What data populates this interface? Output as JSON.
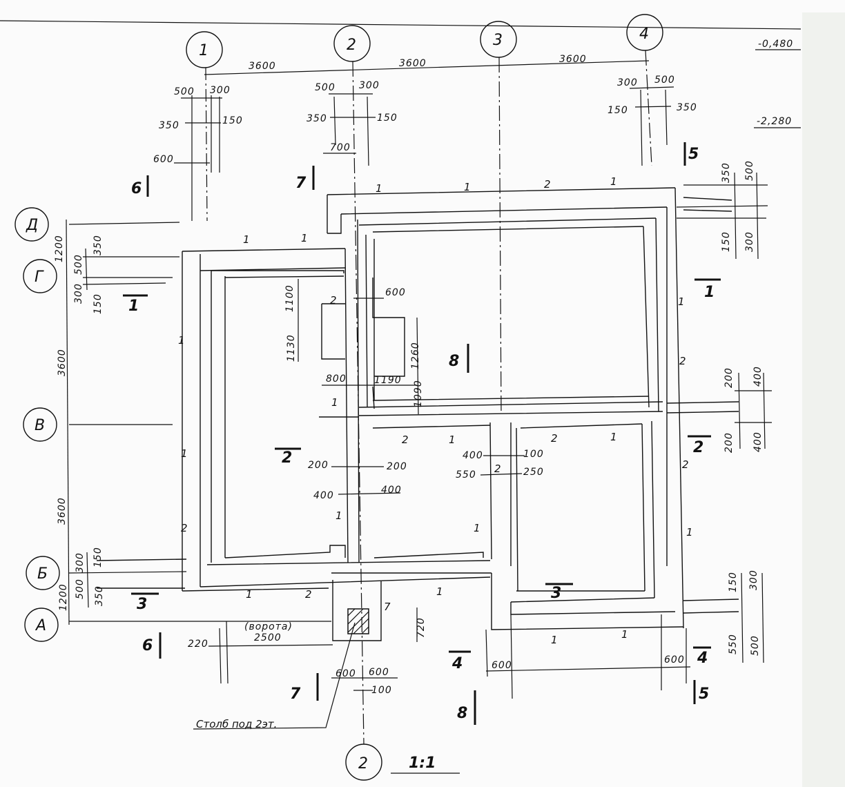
{
  "elevations": {
    "top": "-0,480",
    "bottom": "-2,280"
  },
  "axes": {
    "vertical": [
      "1",
      "2",
      "3",
      "4",
      "2"
    ],
    "horizontal": [
      "Д",
      "Г",
      "В",
      "Б",
      "А"
    ]
  },
  "spans": {
    "s12": "3600",
    "s23": "3600",
    "s34": "3600",
    "vDG": "1200",
    "vGV": "3600",
    "vVB": "3600",
    "vBA": "1200"
  },
  "dims": {
    "d500a": "500",
    "d300a": "300",
    "d350a": "350",
    "d150a": "150",
    "d600a": "600",
    "d500b": "500",
    "d300b": "300",
    "d350b": "350",
    "d150b": "150",
    "d700": "700",
    "d300c": "300",
    "d500c": "500",
    "d150c": "150",
    "d350c": "350",
    "d350r": "350",
    "d500r": "500",
    "d150r": "150",
    "d300r": "300",
    "d500l": "500",
    "d350l": "350",
    "d300l": "300",
    "d150l": "150",
    "d1100": "1100",
    "d1130": "1130",
    "d600in": "600",
    "d1260": "1260",
    "d800": "800",
    "d1190": "1190",
    "d1090": "1090",
    "d200r1": "200",
    "d400r1": "400",
    "d200r2": "200",
    "d400r2": "400",
    "d200a": "200",
    "d200b": "200",
    "d400a": "400",
    "d400b": "400",
    "d400c": "400",
    "d100c": "100",
    "d550c": "550",
    "d250c": "250",
    "d300bl": "300",
    "d150bl": "150",
    "d500bl": "500",
    "d350bl": "350",
    "d150br": "150",
    "d300br": "300",
    "d550br": "550",
    "d500br": "500",
    "d720": "720",
    "d220": "220",
    "d2500": "2500",
    "gate": "(ворота)",
    "d600g1": "600",
    "d600g2": "600",
    "d100g": "100",
    "d600bl": "600",
    "d600br": "600"
  },
  "marks": {
    "m1": "1",
    "m2": "2",
    "m3": "3",
    "m4": "4",
    "m5": "5",
    "m6": "6",
    "m7": "7",
    "m8": "8",
    "m22": "2"
  },
  "note": "Столб под 2эт.",
  "scale": "1:1"
}
